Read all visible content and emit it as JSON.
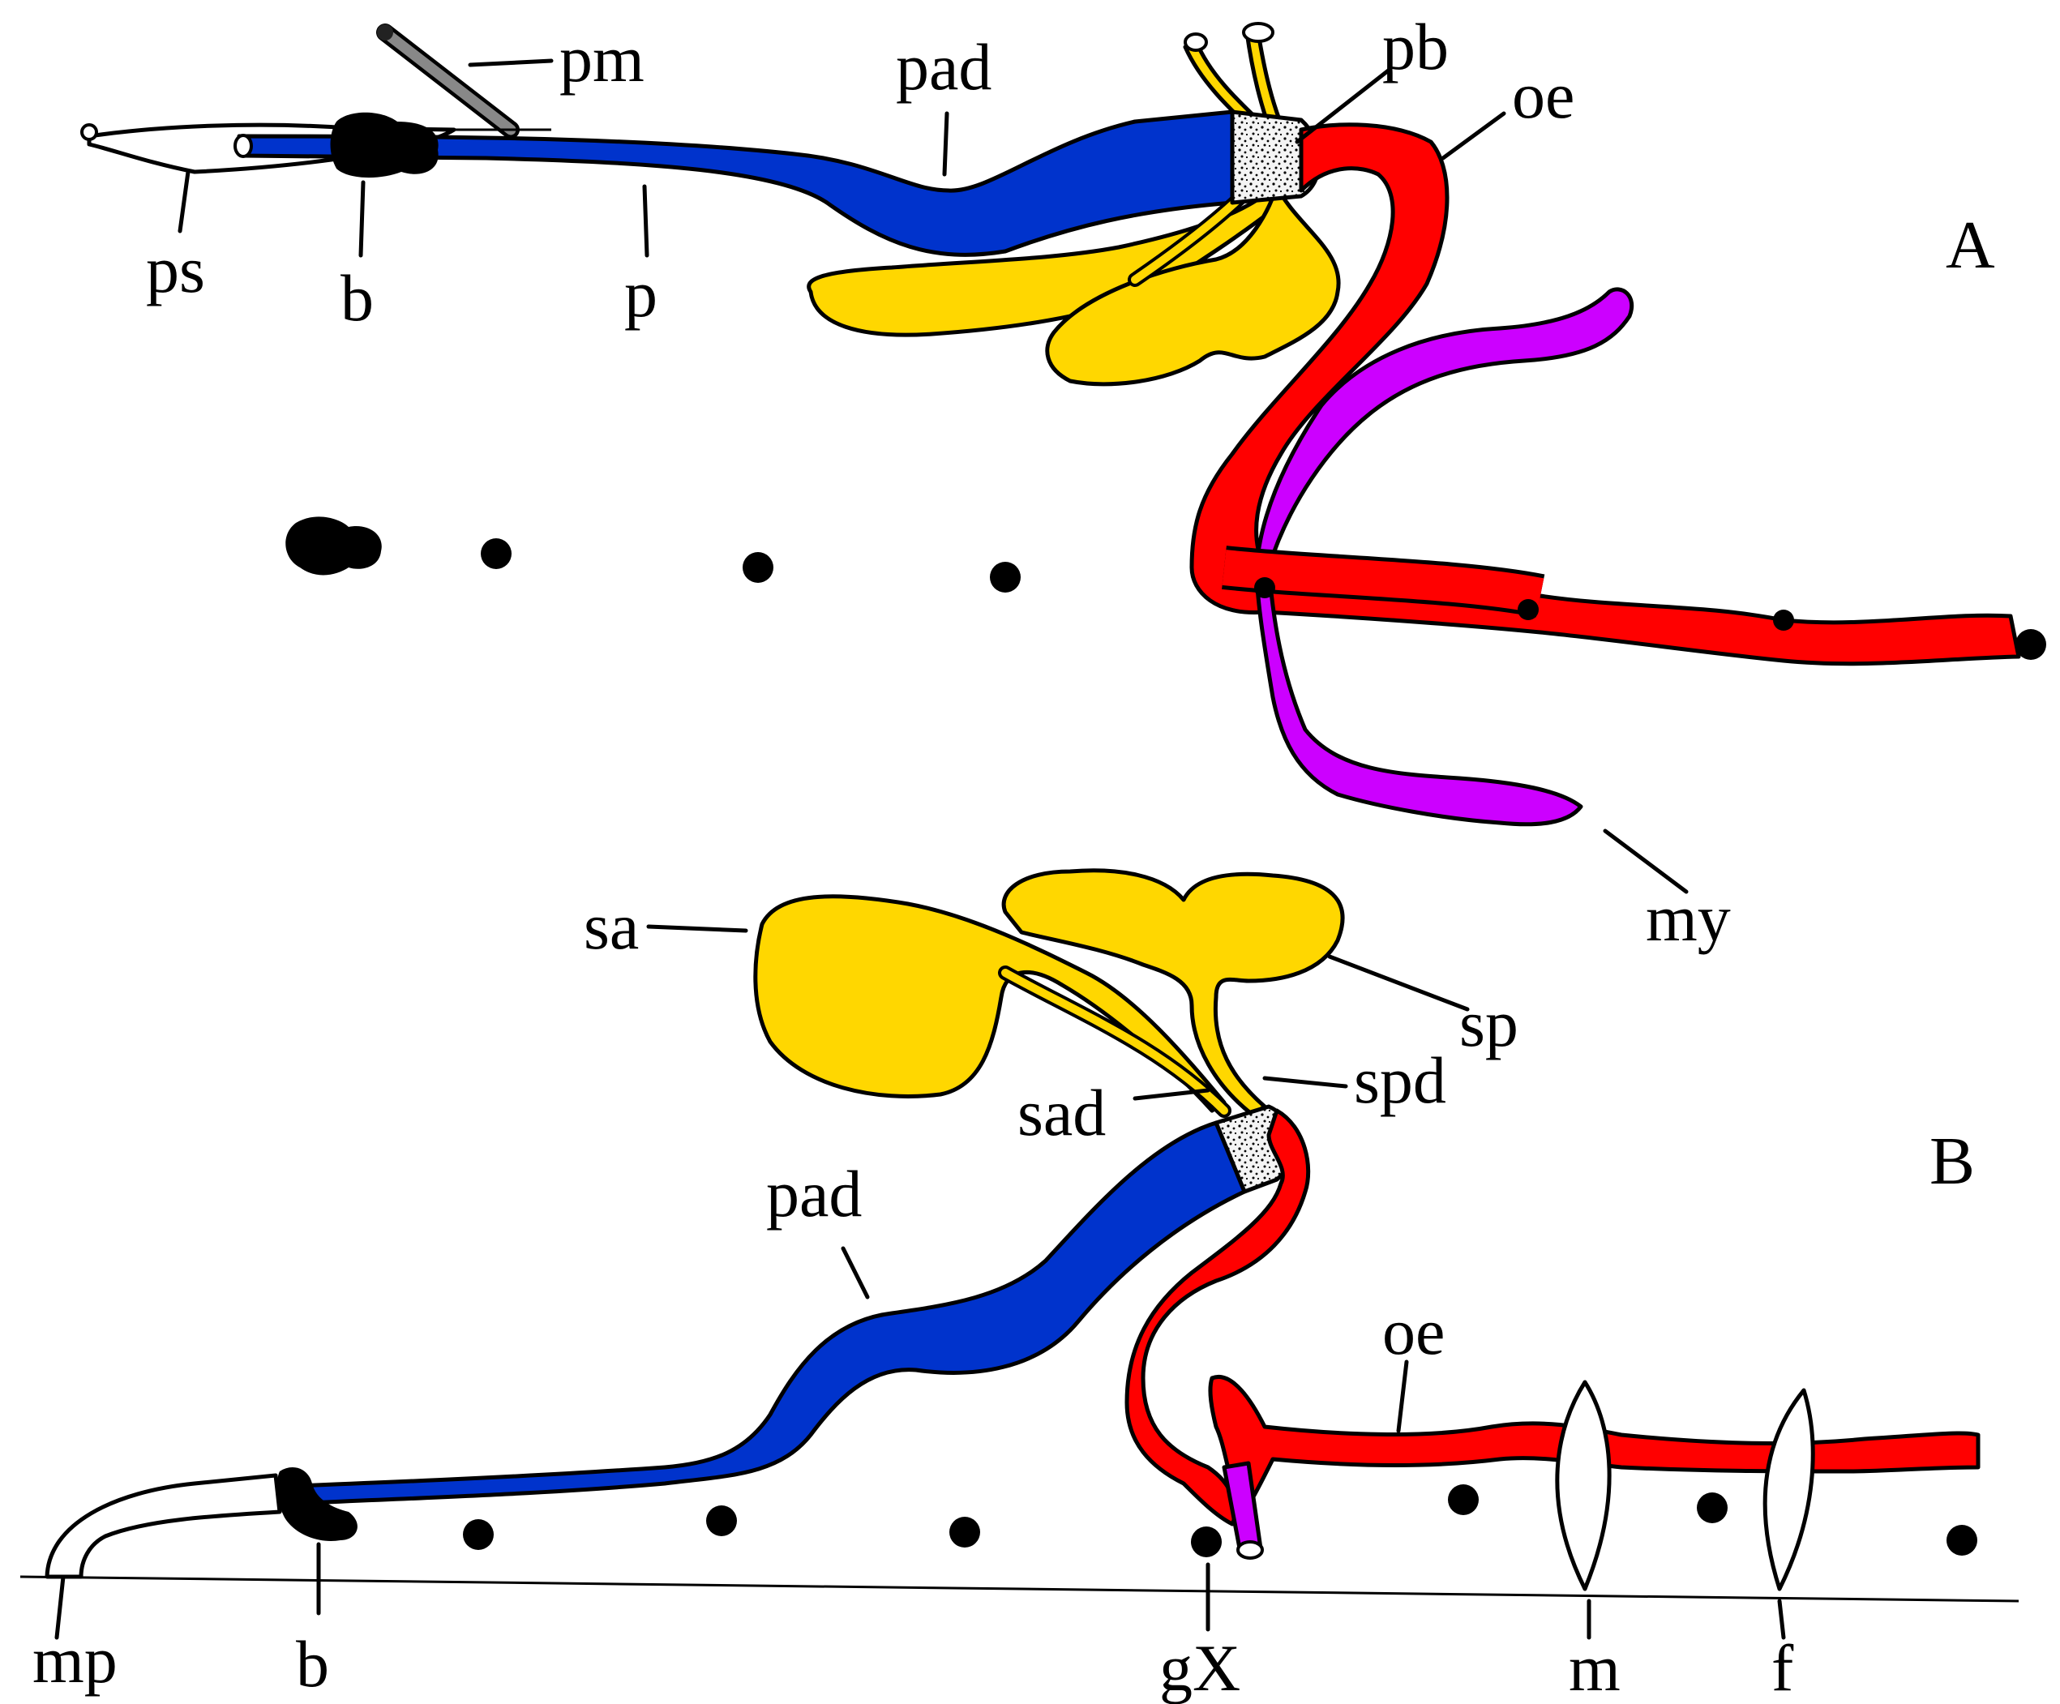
{
  "panels": {
    "a": "A",
    "b": "B"
  },
  "labels_a": {
    "pm": "pm",
    "pad": "pad",
    "pb": "pb",
    "oe": "oe",
    "ps": "ps",
    "b": "b",
    "p": "p",
    "my": "my"
  },
  "labels_b": {
    "sa": "sa",
    "sp": "sp",
    "sad": "sad",
    "spd": "spd",
    "pad": "pad",
    "oe": "oe",
    "mp": "mp",
    "b": "b",
    "gX": "gX",
    "m": "m",
    "f": "f"
  },
  "colors": {
    "penis_blue": "#0033cc",
    "gland_yellow": "#ffd700",
    "oesophagus_red": "#ff0000",
    "myoblast_purple": "#cc00ff",
    "bulb_black": "#000000",
    "stroke": "#000000",
    "background": "#ffffff"
  }
}
